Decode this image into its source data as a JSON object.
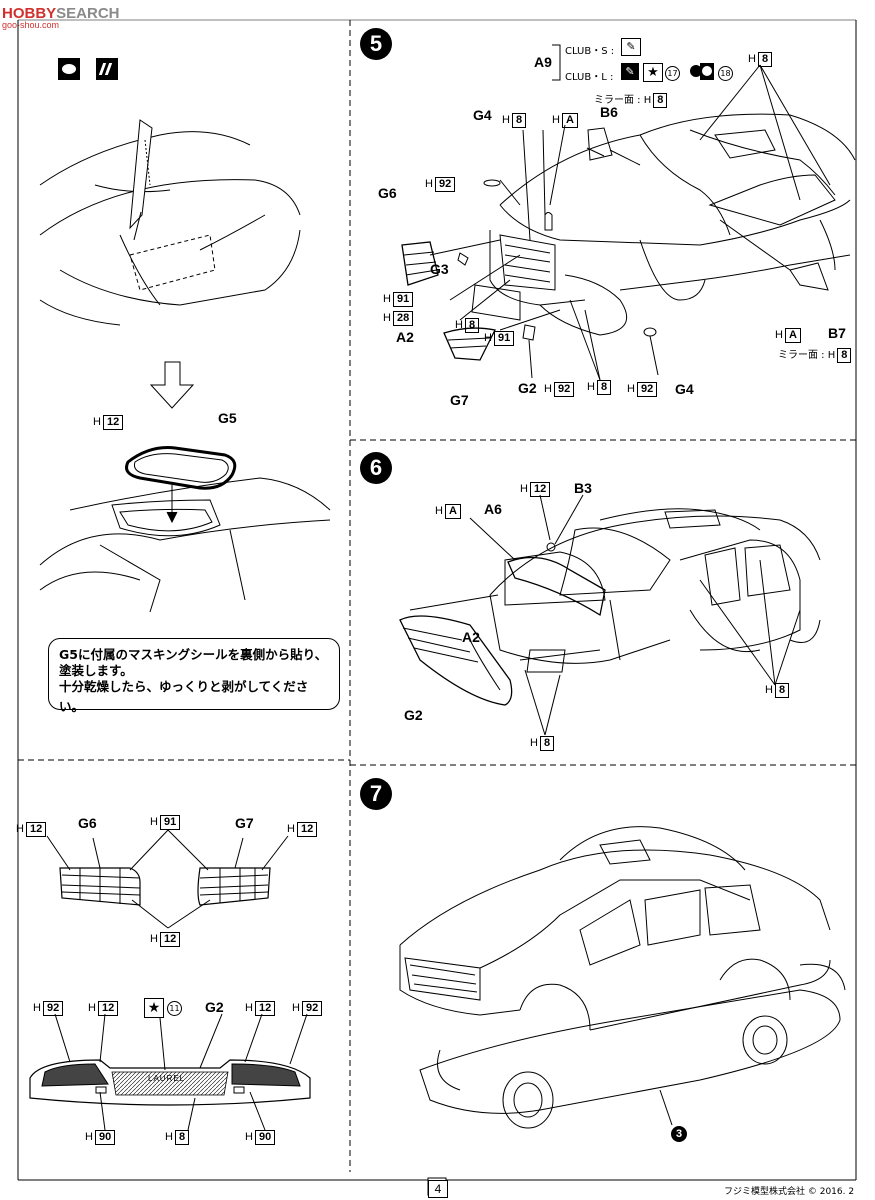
{
  "watermark": {
    "prefix": "HOBBY",
    "suffix": "SEARCH",
    "site": "goo-shou.com"
  },
  "note": {
    "line1": "G5に付属のマスキングシールを裏側から貼り、",
    "line2": "塗装します。",
    "line3": "十分乾燥したら、ゆっくりと剥がしてください。"
  },
  "steps": {
    "s5": "5",
    "s6": "6",
    "s7": "7",
    "sub3": "3"
  },
  "left": {
    "h12_top": "12",
    "g5": "G5",
    "g6": "G6",
    "g7": "G7",
    "h91": "91",
    "h12a": "12",
    "h12b": "12",
    "h12c": "12",
    "g2": "G2",
    "h92a": "92",
    "h12d": "12",
    "h12e": "12",
    "h92b": "92",
    "c11": "11",
    "h90a": "90",
    "h8": "8",
    "h90b": "90",
    "badge_text": "LAUREL"
  },
  "s5": {
    "club_s": "CLUB・S :",
    "club_l": "CLUB・L :",
    "a9": "A9",
    "c17": "17",
    "c18": "18",
    "mirror_label": "ミラー面 : H",
    "mirror_b": "8",
    "g4a": "G4",
    "h8a": "8",
    "hA": "A",
    "b6": "B6",
    "h8r": "8",
    "h92": "92",
    "g6": "G6",
    "g3": "G3",
    "h91a": "91",
    "h28": "28",
    "a2": "A2",
    "h8b": "8",
    "h91b": "91",
    "g7": "G7",
    "g2": "G2",
    "h92b": "92",
    "h8c": "8",
    "h92c": "92",
    "g4b": "G4",
    "hA2": "A",
    "b7": "B7",
    "mirror2": "ミラー面 : H",
    "mirror2_b": "8"
  },
  "s6": {
    "h12": "12",
    "b3": "B3",
    "hA": "A",
    "a6": "A6",
    "a2": "A2",
    "g2": "G2",
    "h8a": "8",
    "h8b": "8"
  },
  "footer": {
    "page": "4",
    "copyright": "フジミ模型株式会社 © 2016. 2"
  },
  "colors": {
    "ink": "#000000",
    "paper": "#ffffff",
    "watermark_red": "#d0312d"
  }
}
